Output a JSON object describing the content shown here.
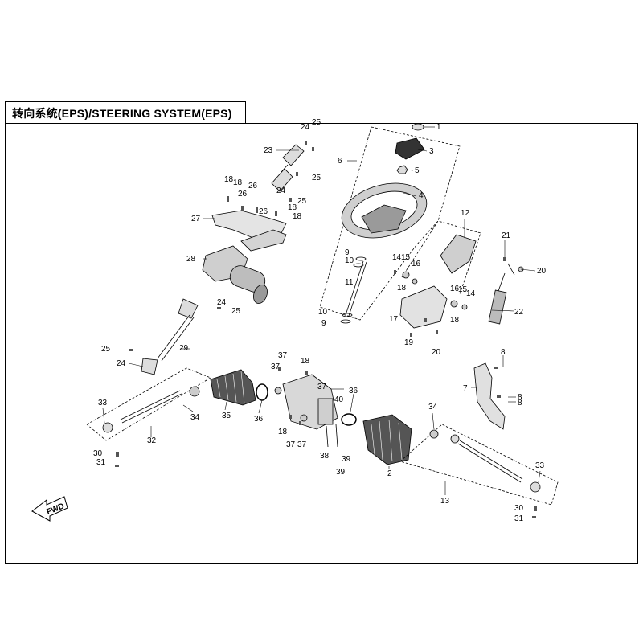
{
  "title": "转向系统(EPS)/STEERING SYSTEM(EPS)",
  "fwd_label": "FWD",
  "callouts": [
    "1",
    "2",
    "3",
    "4",
    "5",
    "6",
    "7",
    "8",
    "9",
    "10",
    "11",
    "12",
    "13",
    "14",
    "15",
    "16",
    "17",
    "18",
    "19",
    "20",
    "21",
    "22",
    "23",
    "24",
    "25",
    "26",
    "27",
    "28",
    "29",
    "30",
    "31",
    "32",
    "33",
    "34",
    "35",
    "36",
    "37",
    "38",
    "39",
    "40"
  ],
  "colors": {
    "line": "#000000",
    "part_fill": "#d8d8d8",
    "part_dark": "#3a3a3a",
    "background": "#ffffff"
  }
}
